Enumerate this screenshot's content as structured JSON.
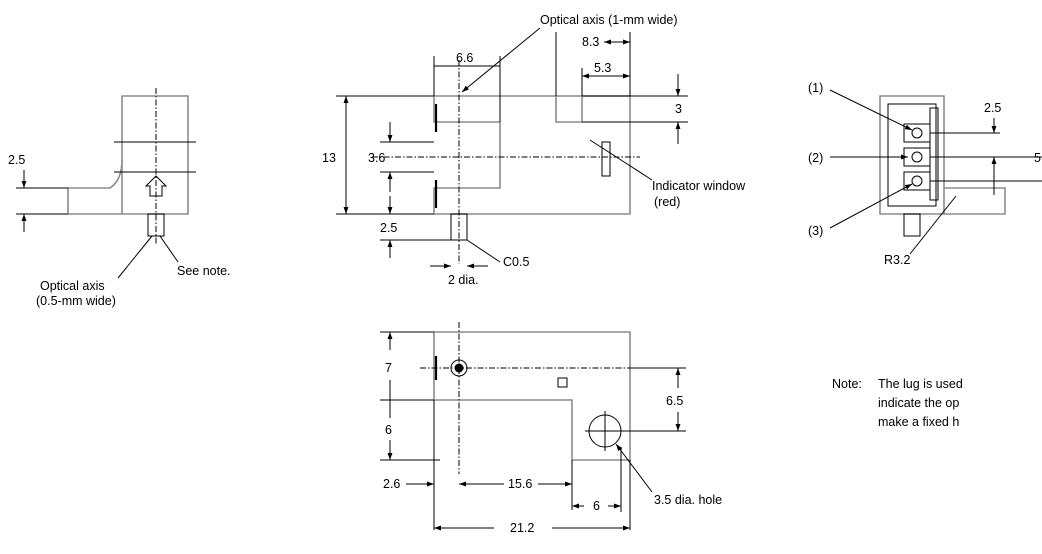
{
  "left_view": {
    "dim_2_5": "2.5",
    "optical_axis_line1": "Optical axis",
    "optical_axis_line2": "(0.5-mm wide)",
    "see_note": "See note."
  },
  "front_view": {
    "optical_axis_title": "Optical axis (1-mm wide)",
    "dim_6_6": "6.6",
    "dim_8_3": "8.3",
    "dim_5_3": "5.3",
    "dim_3": "3",
    "dim_13": "13",
    "dim_3_6": "3.6",
    "dim_2_5": "2.5",
    "indicator_line1": "Indicator window",
    "indicator_line2": "(red)",
    "c0_5": "C0.5",
    "dim_2_dia": "2 dia."
  },
  "right_view": {
    "pin1": "(1)",
    "pin2": "(2)",
    "pin3": "(3)",
    "dim_2_5": "2.5",
    "dim_5": "5",
    "r3_2": "R3.2"
  },
  "bottom_view": {
    "dim_7": "7",
    "dim_6_left": "6",
    "dim_6_5": "6.5",
    "dim_2_6": "2.6",
    "dim_15_6": "15.6",
    "dim_6_bottom": "6",
    "dim_21_2": "21.2",
    "hole": "3.5 dia. hole"
  },
  "note": {
    "label": "Note:",
    "line1": "The lug is used",
    "line2": "indicate the op",
    "line3": "make a fixed h"
  }
}
